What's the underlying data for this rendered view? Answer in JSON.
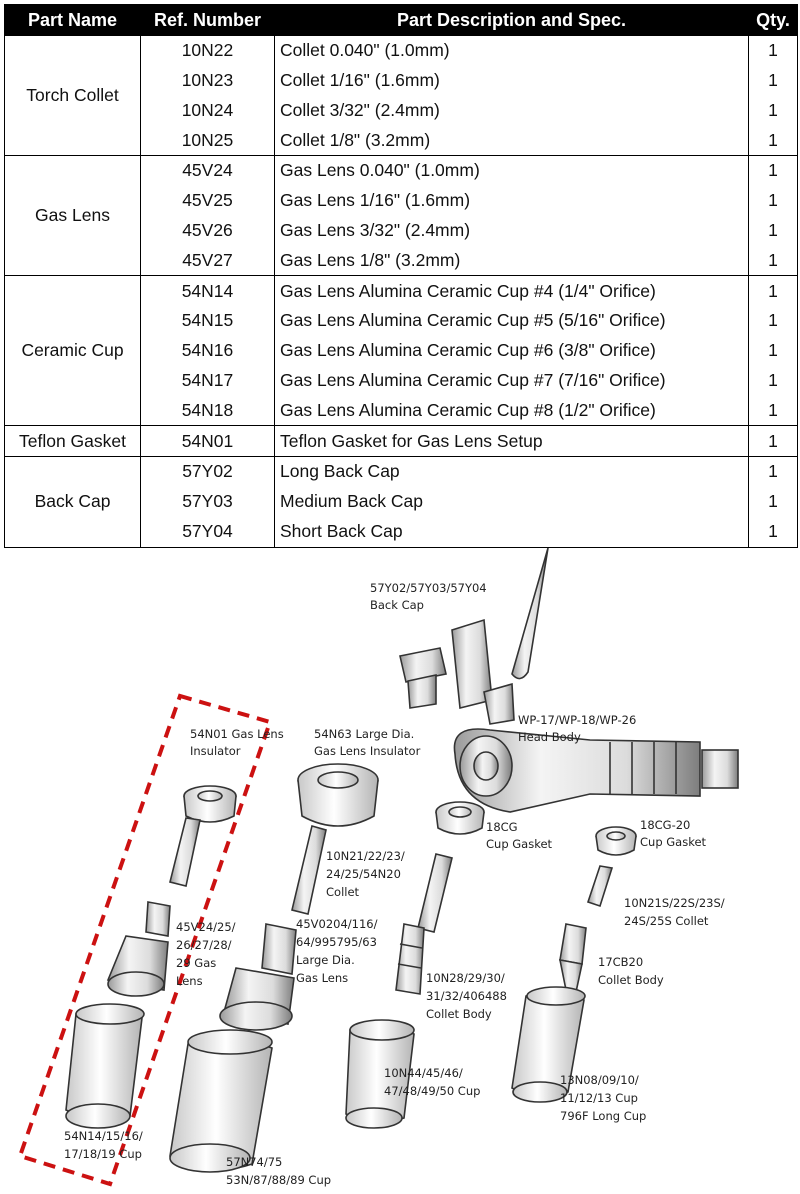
{
  "table": {
    "headers": [
      "Part Name",
      "Ref. Number",
      "Part Description and Spec.",
      "Qty."
    ],
    "groups": [
      {
        "name": "Torch Collet",
        "rows": [
          {
            "ref": "10N22",
            "desc": "Collet 0.040\" (1.0mm)",
            "qty": "1"
          },
          {
            "ref": "10N23",
            "desc": "Collet 1/16\" (1.6mm)",
            "qty": "1"
          },
          {
            "ref": "10N24",
            "desc": "Collet 3/32\" (2.4mm)",
            "qty": "1"
          },
          {
            "ref": "10N25",
            "desc": "Collet 1/8\" (3.2mm)",
            "qty": "1"
          }
        ]
      },
      {
        "name": "Gas Lens",
        "rows": [
          {
            "ref": "45V24",
            "desc": "Gas Lens 0.040\" (1.0mm)",
            "qty": "1"
          },
          {
            "ref": "45V25",
            "desc": "Gas Lens 1/16\" (1.6mm)",
            "qty": "1"
          },
          {
            "ref": "45V26",
            "desc": "Gas Lens 3/32\" (2.4mm)",
            "qty": "1"
          },
          {
            "ref": "45V27",
            "desc": "Gas Lens 1/8\" (3.2mm)",
            "qty": "1"
          }
        ]
      },
      {
        "name": "Ceramic Cup",
        "rows": [
          {
            "ref": "54N14",
            "desc": "Gas Lens Alumina Ceramic Cup #4 (1/4\" Orifice)",
            "qty": "1"
          },
          {
            "ref": "54N15",
            "desc": "Gas Lens Alumina Ceramic Cup #5 (5/16\" Orifice)",
            "qty": "1"
          },
          {
            "ref": "54N16",
            "desc": "Gas Lens Alumina Ceramic Cup #6 (3/8\" Orifice)",
            "qty": "1"
          },
          {
            "ref": "54N17",
            "desc": "Gas Lens Alumina Ceramic Cup #7 (7/16\" Orifice)",
            "qty": "1"
          },
          {
            "ref": "54N18",
            "desc": "Gas Lens Alumina Ceramic Cup #8 (1/2\" Orifice)",
            "qty": "1"
          }
        ]
      },
      {
        "name": "Teflon Gasket",
        "rows": [
          {
            "ref": "54N01",
            "desc": "Teflon Gasket for Gas Lens Setup",
            "qty": "1"
          }
        ]
      },
      {
        "name": "Back Cap",
        "rows": [
          {
            "ref": "57Y02",
            "desc": "Long Back Cap",
            "qty": "1"
          },
          {
            "ref": "57Y03",
            "desc": "Medium Back Cap",
            "qty": "1"
          },
          {
            "ref": "57Y04",
            "desc": "Short Back Cap",
            "qty": "1"
          }
        ]
      }
    ]
  },
  "diagram": {
    "highlight_color": "#cc1111",
    "labels": {
      "back_cap": [
        "57Y02/57Y03/57Y04",
        "Back Cap"
      ],
      "head_body": [
        "WP-17/WP-18/WP-26",
        "Head Body"
      ],
      "gas_lens_insulator": [
        "54N01 Gas Lens",
        "Insulator"
      ],
      "large_insulator": [
        "54N63 Large Dia.",
        "Gas Lens Insulator"
      ],
      "cup_gasket_18cg": [
        "18CG",
        "Cup Gasket"
      ],
      "cup_gasket_18cg20": [
        "18CG-20",
        "Cup Gasket"
      ],
      "collet": [
        "10N21/22/23/",
        "24/25/54N20",
        "Collet"
      ],
      "stubby_collet": [
        "10N21S/22S/23S/",
        "24S/25S Collet"
      ],
      "gas_lens": [
        "45V24/25/",
        "26/27/28/",
        "29 Gas",
        "Lens"
      ],
      "large_gas_lens": [
        "45V0204/116/",
        "64/995795/63",
        "Large Dia.",
        "Gas Lens"
      ],
      "collet_body": [
        "10N28/29/30/",
        "31/32/406488",
        "Collet Body"
      ],
      "stubby_collet_body": [
        "17CB20",
        "Collet Body"
      ],
      "cup_10n": [
        "10N44/45/46/",
        "47/48/49/50 Cup"
      ],
      "cup_13n": [
        "13N08/09/10/",
        "11/12/13 Cup",
        "796F Long  Cup"
      ],
      "cup_54n": [
        "54N14/15/16/",
        "17/18/19 Cup"
      ],
      "cup_57n": [
        "57N74/75",
        "53N/87/88/89 Cup"
      ]
    }
  }
}
